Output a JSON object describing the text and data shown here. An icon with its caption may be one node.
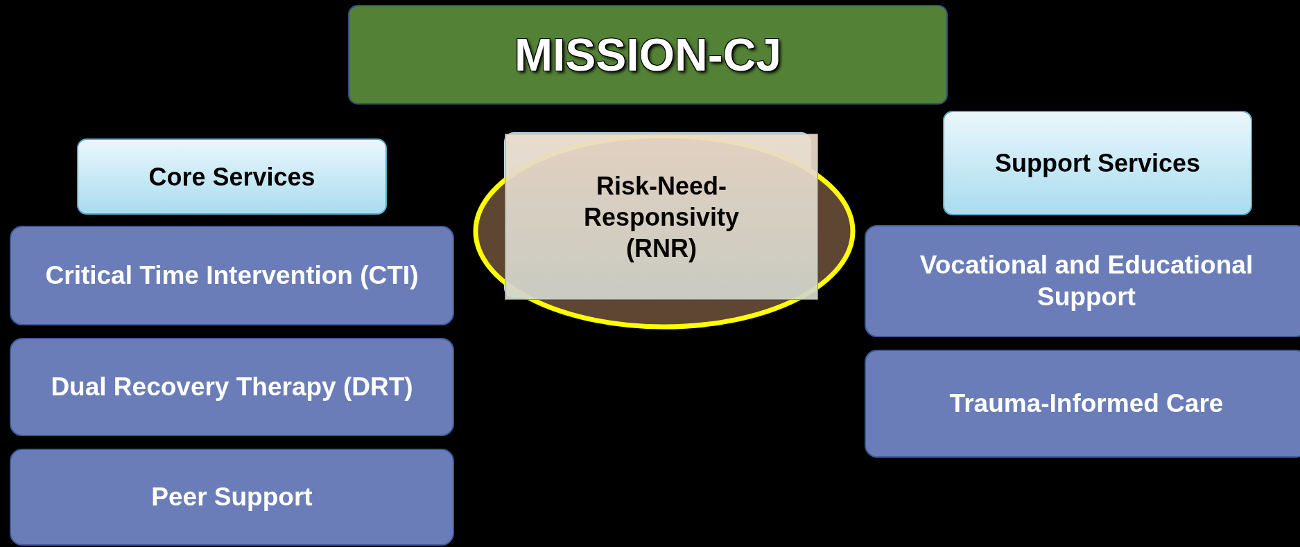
{
  "diagram": {
    "nodes": [
      {
        "text": [
          "MISSION-CJ"
        ]
      },
      {
        "text": [
          "Core Services"
        ]
      },
      {
        "text": [
          "Critical Time Intervention (CTI)"
        ]
      },
      {
        "text": [
          "Dual Recovery Therapy (DRT)"
        ]
      },
      {
        "text": [
          "Peer Support"
        ]
      },
      {
        "text": [
          "Risk-Need-Responsivity (RNR)"
        ]
      },
      {
        "text": [
          "Support Services"
        ]
      },
      {
        "text": [
          "Vocational and Educational Support"
        ]
      },
      {
        "text": [
          "Trauma-Informed Care"
        ]
      }
    ]
  }
}
